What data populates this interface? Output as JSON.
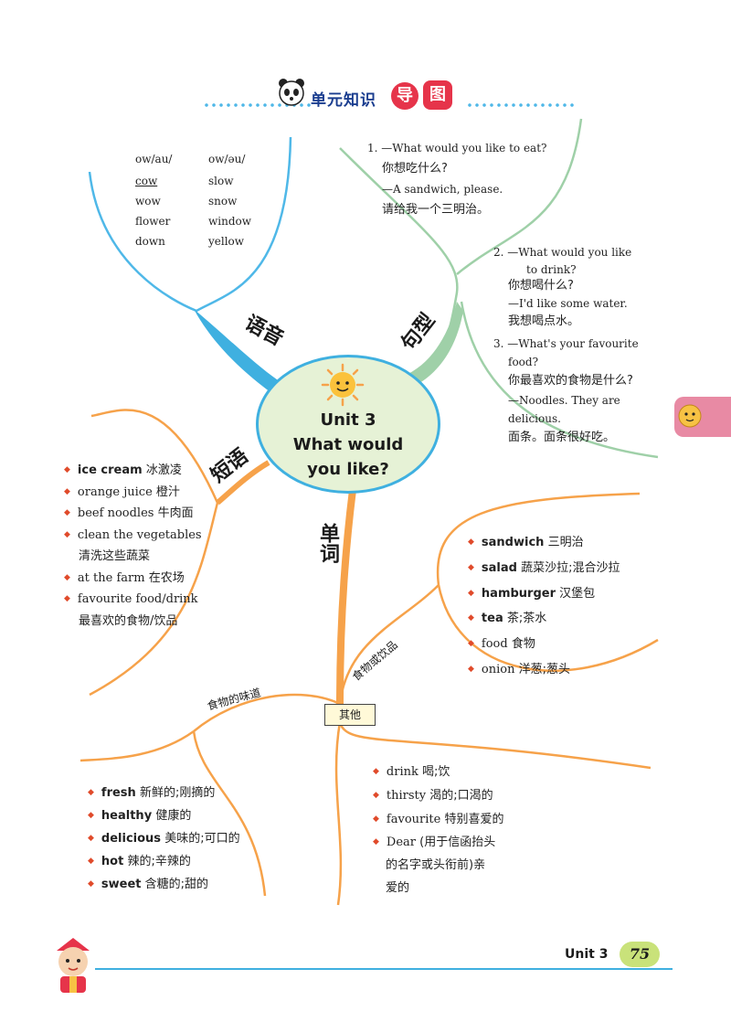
{
  "header": {
    "title": "单元知识",
    "title_badge1": "导",
    "title_badge2": "图"
  },
  "center": {
    "line1": "Unit 3",
    "line2": "What would",
    "line3": "you like?"
  },
  "branches": {
    "pronunciation": "语音",
    "sentences": "句型",
    "phrases": "短语",
    "words": "单词",
    "food_drinks": "食物或饮品",
    "taste": "食物的味道",
    "other": "其他"
  },
  "phonics": {
    "col1_head": "ow/au/",
    "col1_words": [
      "cow",
      "wow",
      "flower",
      "down"
    ],
    "col2_head": "ow/əu/",
    "col2_words": [
      "slow",
      "snow",
      "window",
      "yellow"
    ]
  },
  "sentences": {
    "s1": [
      "1. —What would you like to eat?",
      "你想吃什么?",
      "—A sandwich, please.",
      "请给我一个三明治。"
    ],
    "s2": [
      "2. —What would you like",
      "to drink?",
      "你想喝什么?",
      "—I'd like some water.",
      "我想喝点水。"
    ],
    "s3": [
      "3. —What's your favourite",
      "food?",
      "你最喜欢的食物是什么?",
      "—Noodles. They are",
      "delicious.",
      "面条。面条很好吃。"
    ]
  },
  "phrases": [
    {
      "en": "ice cream",
      "cn": "冰激凌",
      "bold": true
    },
    {
      "en": "orange juice",
      "cn": "橙汁",
      "bold": false
    },
    {
      "en": "beef noodles",
      "cn": "牛肉面",
      "bold": false
    },
    {
      "en": "clean the vegetables",
      "cn": "",
      "bold": false
    },
    {
      "en": "",
      "cn": "清洗这些蔬菜",
      "bold": false,
      "cont": true
    },
    {
      "en": "at the farm",
      "cn": "在农场",
      "bold": false
    },
    {
      "en": "favourite food/drink",
      "cn": "",
      "bold": false
    },
    {
      "en": "",
      "cn": "最喜欢的食物/饮品",
      "bold": false,
      "cont": true
    }
  ],
  "food_words": [
    {
      "en": "sandwich",
      "cn": "三明治",
      "bold": true
    },
    {
      "en": "salad",
      "cn": "蔬菜沙拉;混合沙拉",
      "bold": true
    },
    {
      "en": "hamburger",
      "cn": "汉堡包",
      "bold": true
    },
    {
      "en": "tea",
      "cn": "茶;茶水",
      "bold": true
    },
    {
      "en": "food",
      "cn": "食物",
      "bold": false
    },
    {
      "en": "onion",
      "cn": "洋葱;葱头",
      "bold": false
    }
  ],
  "taste_words": [
    {
      "en": "fresh",
      "cn": "新鲜的;刚摘的"
    },
    {
      "en": "healthy",
      "cn": "健康的"
    },
    {
      "en": "delicious",
      "cn": "美味的;可口的"
    },
    {
      "en": "hot",
      "cn": "辣的;辛辣的"
    },
    {
      "en": "sweet",
      "cn": "含糖的;甜的"
    }
  ],
  "other_words": [
    {
      "en": "drink",
      "cn": "喝;饮"
    },
    {
      "en": "thirsty",
      "cn": "渴的;口渴的"
    },
    {
      "en": "favourite",
      "cn": "特别喜爱的"
    },
    {
      "en": "Dear",
      "cn": "(用于信函抬头"
    },
    {
      "en": "",
      "cn": "的名字或头衔前)亲",
      "cont": true
    },
    {
      "en": "",
      "cn": "爱的",
      "cont": true
    }
  ],
  "footer": {
    "unit": "Unit 3",
    "page": "75"
  },
  "colors": {
    "blue": "#3fb0e0",
    "green": "#9fd0a8",
    "orange": "#f6a24a",
    "bullet": "#e04a2a"
  }
}
